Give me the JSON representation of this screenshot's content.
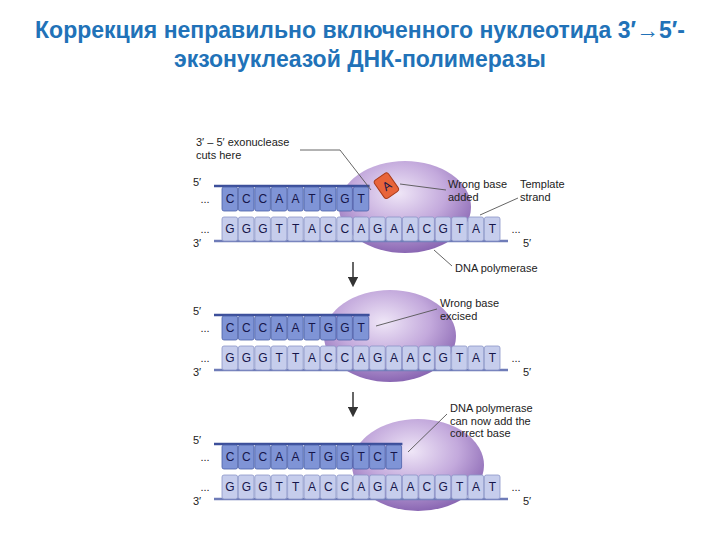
{
  "diagram": {
    "title": "Коррекция неправильно включенного нуклеотида 3′→5′-экзонуклеазой ДНК-полимеразы",
    "labels": [
      "3′ – 5′ exonuclease cuts here",
      "Wrong base added",
      "Template strand",
      "DNA polymerase",
      "Wrong base excised",
      "DNA polymerase can now add the correct base",
      "5′",
      "3′",
      "5′",
      "...",
      "...",
      "...",
      "C",
      "C",
      "C",
      "A",
      "A",
      "T",
      "G",
      "G",
      "T",
      "A",
      "G",
      "G",
      "G",
      "T",
      "T",
      "A",
      "C",
      "C",
      "A",
      "G",
      "A",
      "A",
      "C",
      "G",
      "T",
      "A",
      "T",
      "5′",
      "3′",
      "5′",
      "...",
      "...",
      "...",
      "C",
      "C",
      "C",
      "A",
      "A",
      "T",
      "G",
      "G",
      "T",
      "G",
      "G",
      "G",
      "T",
      "T",
      "A",
      "C",
      "C",
      "A",
      "G",
      "A",
      "A",
      "C",
      "G",
      "T",
      "A",
      "T",
      "5′",
      "3′",
      "5′",
      "...",
      "...",
      "...",
      "C",
      "C",
      "C",
      "A",
      "A",
      "T",
      "G",
      "G",
      "T",
      "C",
      "T",
      "G",
      "G",
      "G",
      "T",
      "T",
      "A",
      "C",
      "C",
      "A",
      "G",
      "A",
      "A",
      "C",
      "G",
      "T",
      "A",
      "T"
    ]
  }
}
